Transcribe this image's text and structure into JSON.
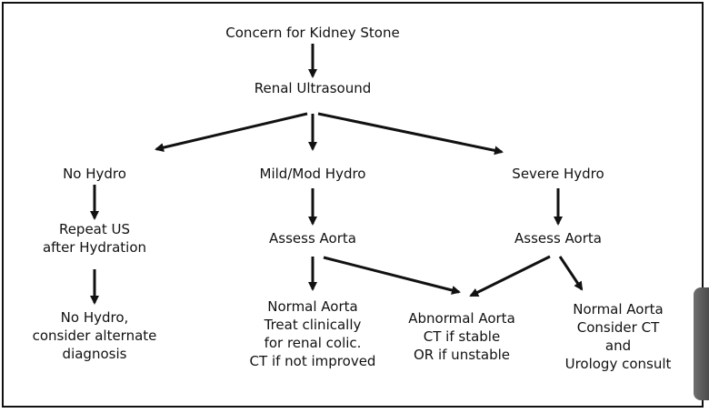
{
  "diagram": {
    "root": "Concern for Kidney Stone",
    "ultrasound": "Renal Ultrasound",
    "branches": {
      "no_hydro": {
        "label": "No Hydro",
        "repeat": [
          "Repeat US",
          "after Hydration"
        ],
        "result": [
          "No Hydro,",
          "consider alternate",
          "diagnosis"
        ]
      },
      "mild_mod": {
        "label": "Mild/Mod Hydro",
        "assess": "Assess Aorta",
        "normal": [
          "Normal Aorta",
          "Treat clinically",
          "for renal colic.",
          "CT if not improved"
        ]
      },
      "abnormal": [
        "Abnormal Aorta",
        "CT if stable",
        "OR if unstable"
      ],
      "severe": {
        "label": "Severe Hydro",
        "assess": "Assess Aorta",
        "normal": [
          "Normal Aorta",
          "Consider CT",
          "and",
          "Urology consult"
        ]
      }
    }
  },
  "colors": {
    "ink": "#111111",
    "background": "#ffffff",
    "scroll_tab": "#5a5a5a"
  }
}
